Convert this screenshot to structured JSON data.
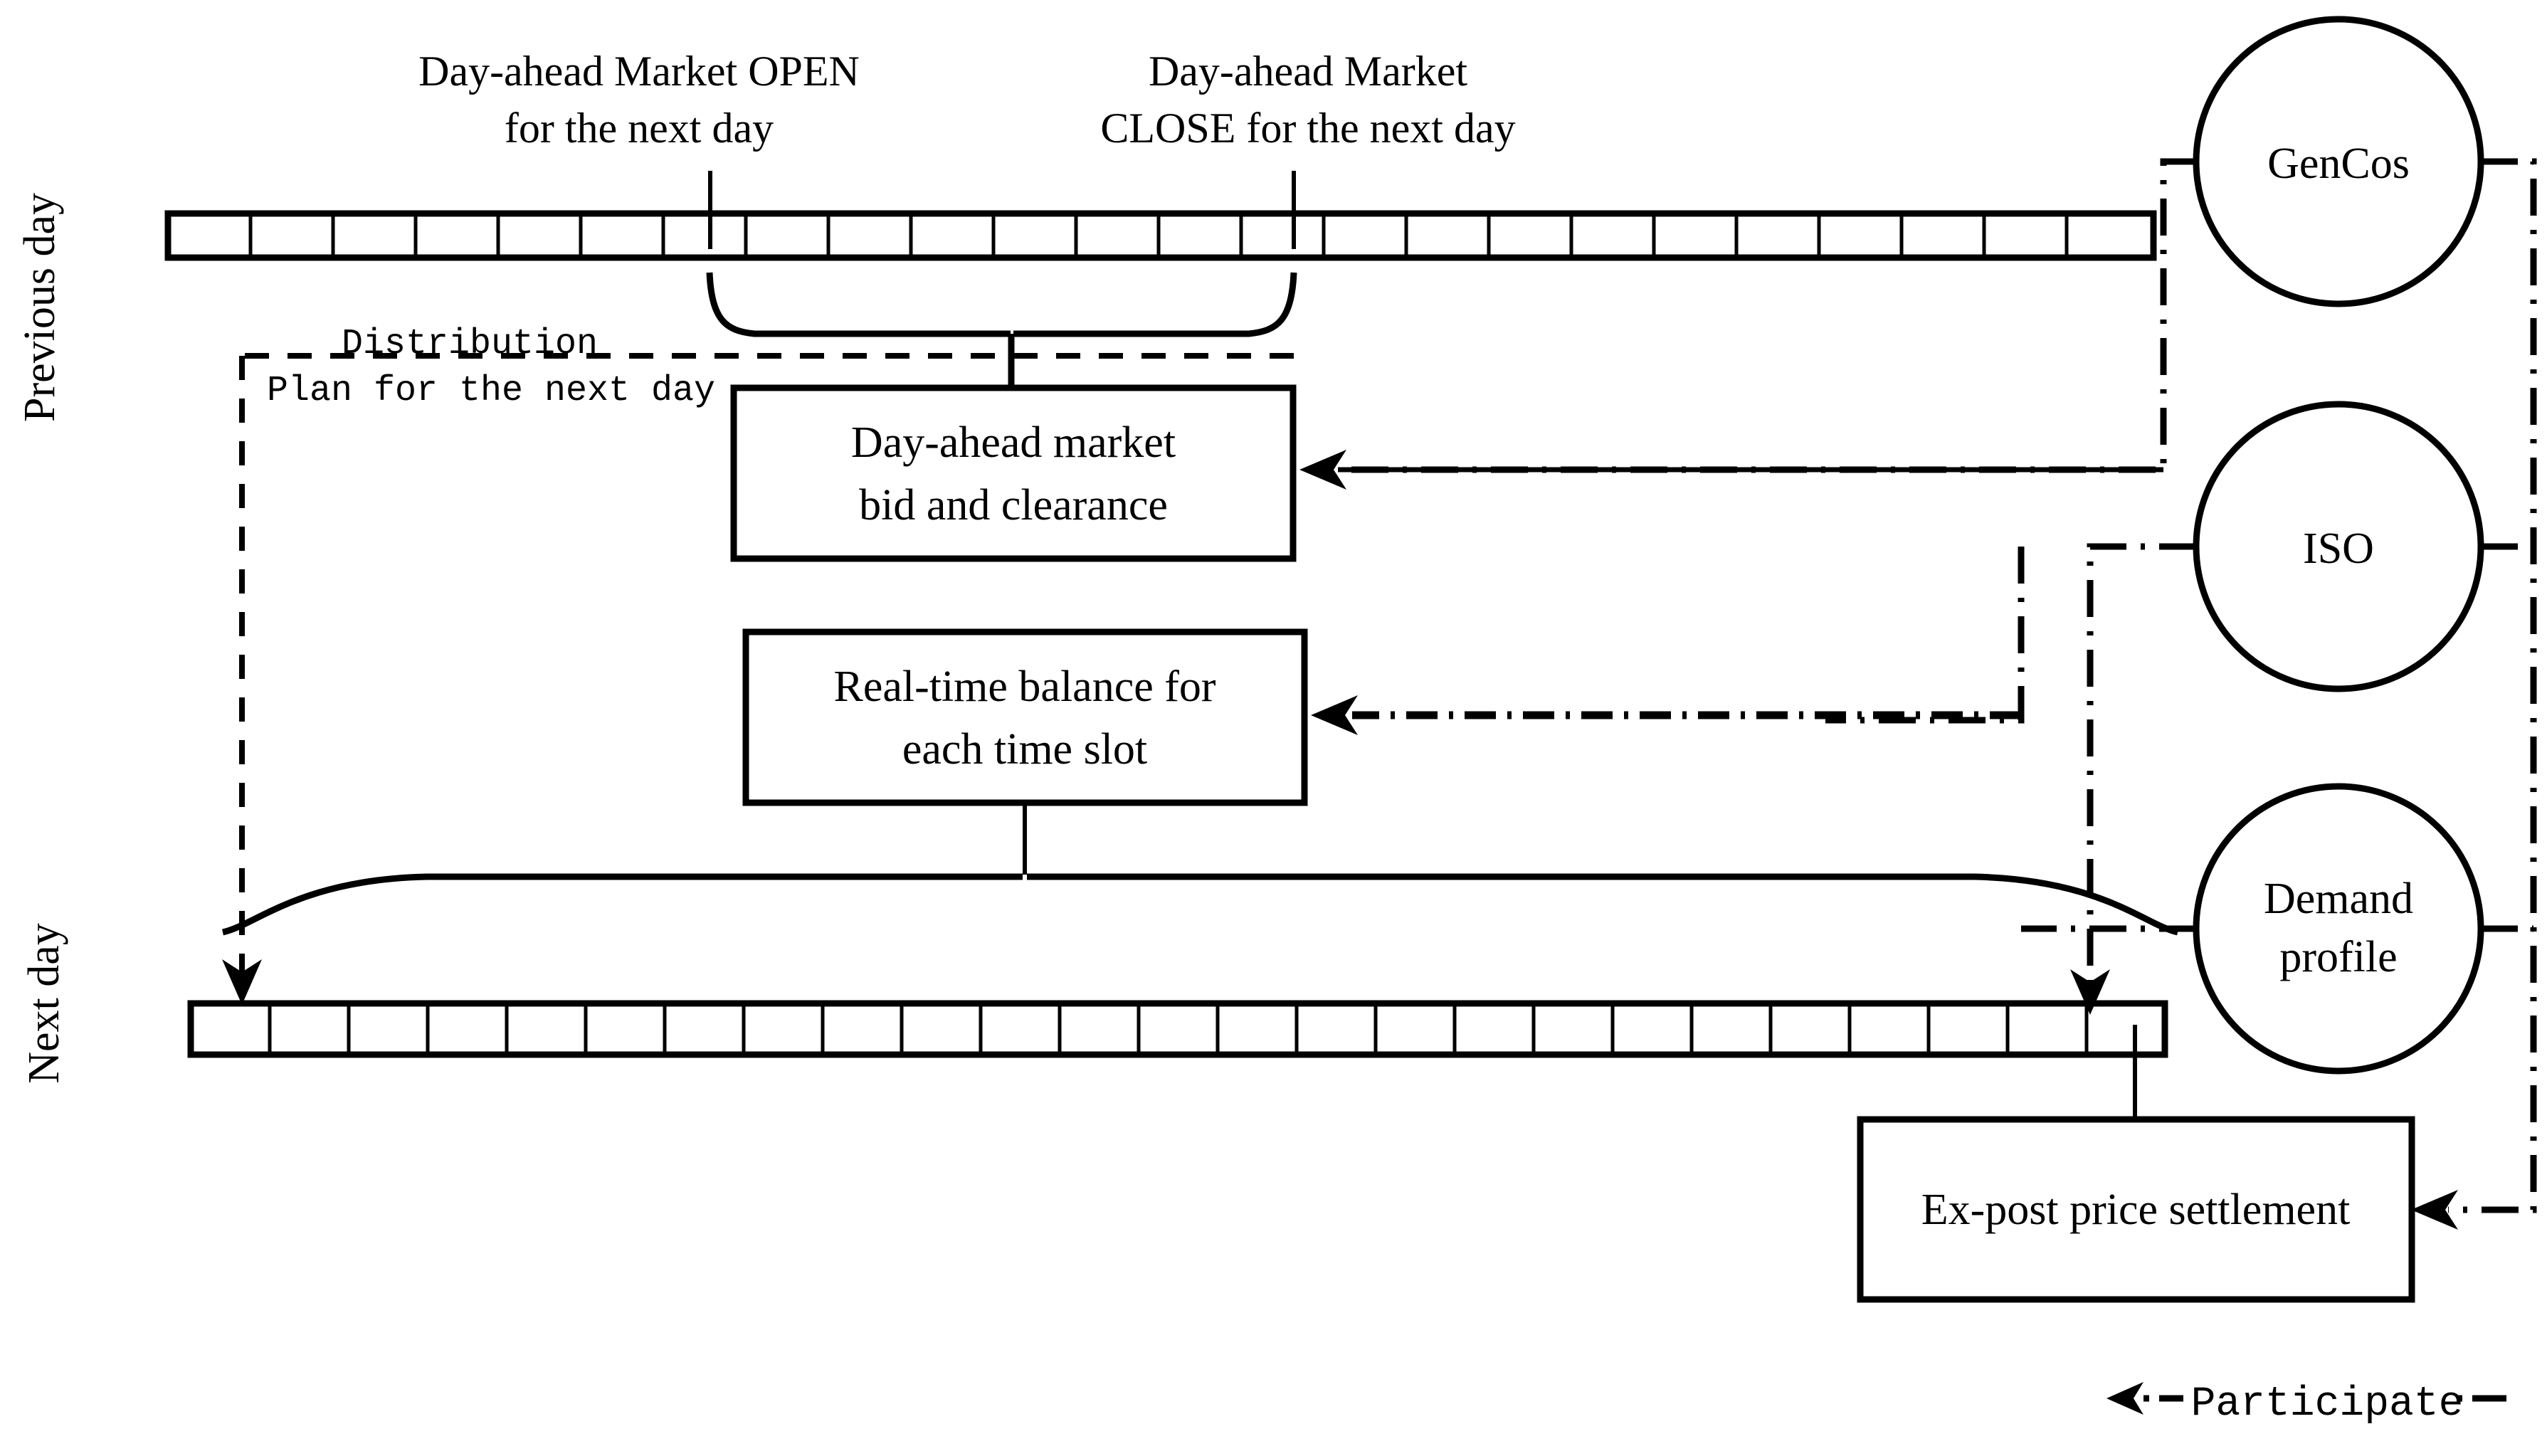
{
  "diagram": {
    "title": "Day-ahead market and real-time balancing timeline",
    "colors": {
      "stroke": "#000000",
      "background": "#ffffff"
    }
  },
  "axis_labels": {
    "previous_day": "Previous day",
    "next_day": "Next day"
  },
  "annotations": {
    "market_open_line1": "Day-ahead Market OPEN",
    "market_open_line2": "for the next day",
    "market_close_line1": "Day-ahead Market",
    "market_close_line2": "CLOSE for the next day",
    "distribution_plan_line1": "Distribution",
    "distribution_plan_line2": "Plan for the next day"
  },
  "boxes": [
    {
      "id": "day-ahead-market-box",
      "line1": "Day-ahead market",
      "line2": "bid and clearance"
    },
    {
      "id": "real-time-balance-box",
      "line1": "Real-time balance for",
      "line2": "each time slot"
    },
    {
      "id": "ex-post-settlement-box",
      "line1": "Ex-post price settlement",
      "line2": ""
    }
  ],
  "actors": [
    {
      "id": "gencos",
      "line1": "GenCos",
      "line2": ""
    },
    {
      "id": "iso",
      "line1": "ISO",
      "line2": ""
    },
    {
      "id": "demand-profile",
      "line1": "Demand",
      "line2": "profile"
    }
  ],
  "timelines": {
    "previous_day": {
      "cells": 24,
      "markers": [
        {
          "label": "OPEN",
          "cell_index": 7
        },
        {
          "label": "CLOSE",
          "cell_index": 14
        }
      ]
    },
    "next_day": {
      "cells": 25,
      "markers": []
    }
  },
  "legend": {
    "label": "Participate",
    "line_style": "dash-dot",
    "arrow": "left"
  }
}
